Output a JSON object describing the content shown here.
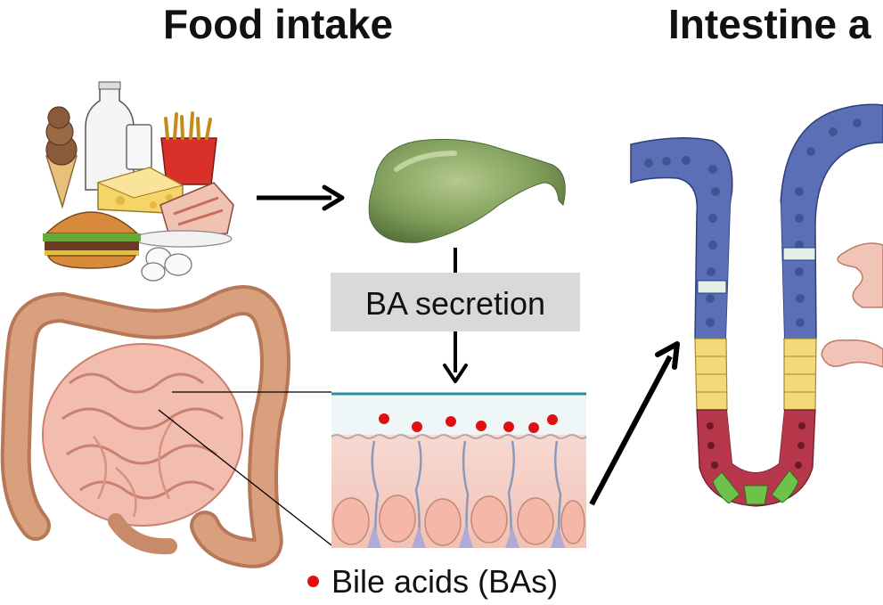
{
  "titles": {
    "food_intake": "Food intake",
    "intestine": "Intestine a"
  },
  "process": {
    "secretion_label": "BA secretion"
  },
  "legend": {
    "bile_acids": "Bile acids (BAs)",
    "marker_color": "#e01010"
  },
  "colors": {
    "gallbladder": "#7f9d5a",
    "intestine_tissue": "#e9b0a4",
    "colon": "#c98a6a",
    "epithelium_blue": "#5a6fb5",
    "epithelium_yellow": "#f3d97a",
    "epithelium_red": "#b7374a",
    "mucus_line": "#2a8f9a"
  }
}
